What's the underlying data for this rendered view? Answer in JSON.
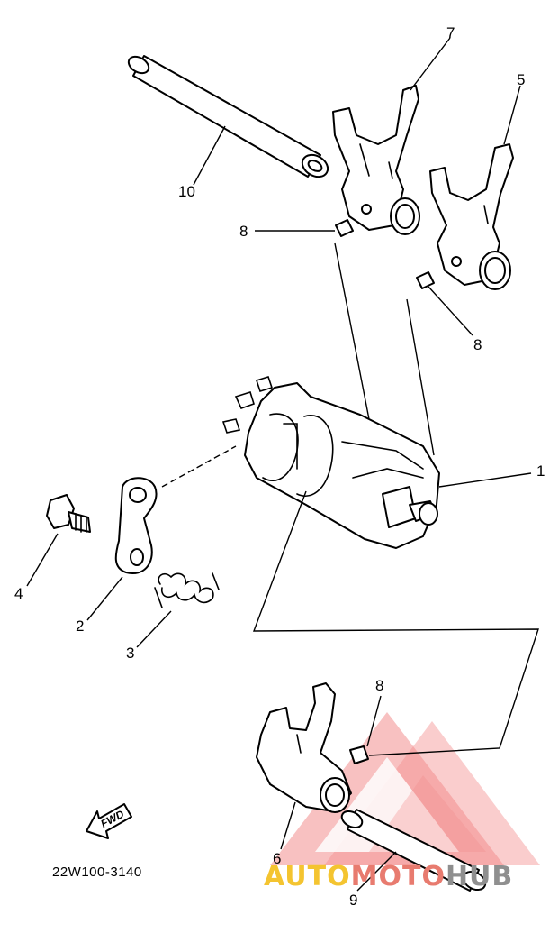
{
  "diagram": {
    "drawing_code": "22W100-3140",
    "fwd_label": "FWD",
    "callouts": [
      "7",
      "5",
      "10",
      "8",
      "8",
      "1",
      "4",
      "2",
      "3",
      "8",
      "6",
      "9"
    ]
  },
  "watermark": {
    "part1": "AUTO",
    "part2": "MOTO",
    "part3": "HUB",
    "color1": "#f4c430",
    "color2": "#e87b6f",
    "color3": "#8f8f8f",
    "logo_color": "#ef6a6a"
  },
  "icons": [
    "fwd-arrow-icon",
    "brand-logo-icon"
  ]
}
